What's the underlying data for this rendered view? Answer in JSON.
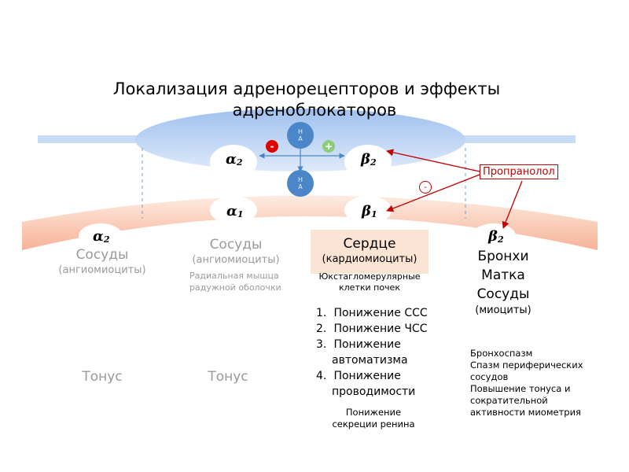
{
  "title": {
    "line1": "Локализация адренорецепторов и эффекты",
    "line2": "адреноблокаторов"
  },
  "synapse": {
    "top_node": {
      "line1": "Н",
      "line2": "А"
    },
    "bottom_node": {
      "line1": "Н",
      "line2": "А"
    },
    "minus_sign": "-",
    "plus_sign": "+",
    "presynaptic_alpha": {
      "letter": "α",
      "sub": "2"
    },
    "presynaptic_beta": {
      "letter": "β",
      "sub": "2"
    },
    "post_alpha": {
      "letter": "α",
      "sub": "1"
    },
    "post_beta": {
      "letter": "β",
      "sub": "1"
    }
  },
  "drug": {
    "label": "Пропранолол",
    "minus_sign": "-"
  },
  "col_a2": {
    "receptor": {
      "letter": "α",
      "sub": "2"
    },
    "organ": "Сосуды",
    "cells": "(ангиомиоциты)",
    "effect": "Тонус"
  },
  "col_a1": {
    "organ": "Сосуды",
    "cells": "(ангиомиоциты)",
    "extra_line1": "Радиальная мышца",
    "extra_line2": "радужной оболочки",
    "effect": "Тонус"
  },
  "col_b1": {
    "organ": "Сердце",
    "cells": "(кардиомиоциты)",
    "extra_line1": "Юкстагломерулярные",
    "extra_line2": "клетки почек",
    "effects": [
      {
        "num": "1.",
        "lines": [
          "Понижение ССС"
        ]
      },
      {
        "num": "2.",
        "lines": [
          "Понижение ЧСС"
        ]
      },
      {
        "num": "3.",
        "lines": [
          "Понижение",
          "автоматизма"
        ]
      },
      {
        "num": "4.",
        "lines": [
          "Понижение",
          "проводимости"
        ]
      }
    ],
    "renin_line1": "Понижение",
    "renin_line2": "секреции ренина"
  },
  "col_b2": {
    "receptor": {
      "letter": "β",
      "sub": "2"
    },
    "organs": [
      "Бронхи",
      "Матка",
      "Сосуды"
    ],
    "cells": "(миоциты)",
    "effects": [
      "Бронхоспазм",
      "Спазм периферических",
      "сосудов",
      "Повышение тонуса и",
      "сократительной",
      "активности миометрия"
    ]
  },
  "colors": {
    "presynaptic": "#c9dcf5",
    "postsynaptic": "#f7b89b",
    "node": "#4a86c8",
    "minus": "#e00000",
    "plus": "#8ccc7a",
    "arrow": "#c00000",
    "heart_box": "#fce4d4"
  }
}
